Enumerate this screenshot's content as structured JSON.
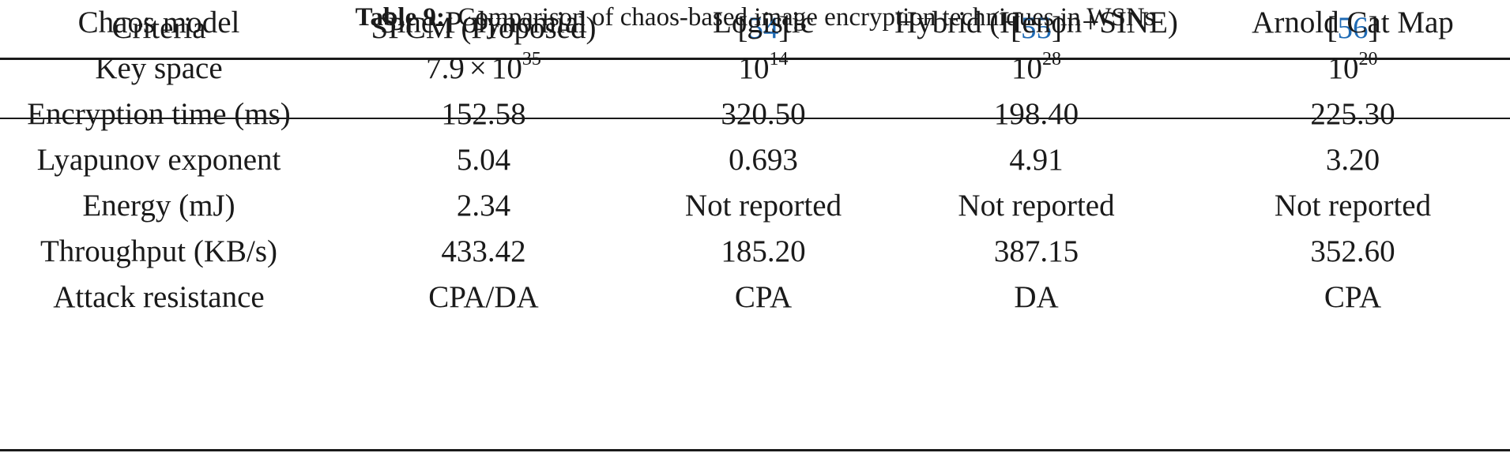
{
  "caption": {
    "label": "Table 9:",
    "text": "Comparison of chaos-based image encryption techniques in WSNs"
  },
  "table": {
    "headers": {
      "criteria": "Criteria",
      "proposed": "SPCM (Proposed)",
      "ref_open": "[",
      "ref_close": "]",
      "refs": [
        "54",
        "55",
        "56"
      ]
    },
    "rows": [
      {
        "criterion": "Chaos model",
        "values": [
          "Sine-Polynomial",
          "Logistic",
          "Hybrid (Henon+SINE)",
          "Arnold Cat Map"
        ]
      },
      {
        "criterion": "Key space",
        "key_space": [
          {
            "mantissa": "7.9",
            "times": "×",
            "base": "10",
            "exp": "35"
          },
          {
            "base": "10",
            "exp": "14"
          },
          {
            "base": "10",
            "exp": "28"
          },
          {
            "base": "10",
            "exp": "20"
          }
        ]
      },
      {
        "criterion": "Encryption time (ms)",
        "values": [
          "152.58",
          "320.50",
          "198.40",
          "225.30"
        ]
      },
      {
        "criterion": "Lyapunov exponent",
        "values": [
          "5.04",
          "0.693",
          "4.91",
          "3.20"
        ]
      },
      {
        "criterion": "Energy (mJ)",
        "values": [
          "2.34",
          "Not reported",
          "Not reported",
          "Not reported"
        ]
      },
      {
        "criterion": "Throughput (KB/s)",
        "values": [
          "433.42",
          "185.20",
          "387.15",
          "352.60"
        ]
      },
      {
        "criterion": "Attack resistance",
        "values": [
          "CPA/DA",
          "CPA",
          "DA",
          "CPA"
        ]
      }
    ]
  },
  "colors": {
    "text": "#1a1a1a",
    "reference_link": "#1f6bb5",
    "background": "#ffffff"
  }
}
